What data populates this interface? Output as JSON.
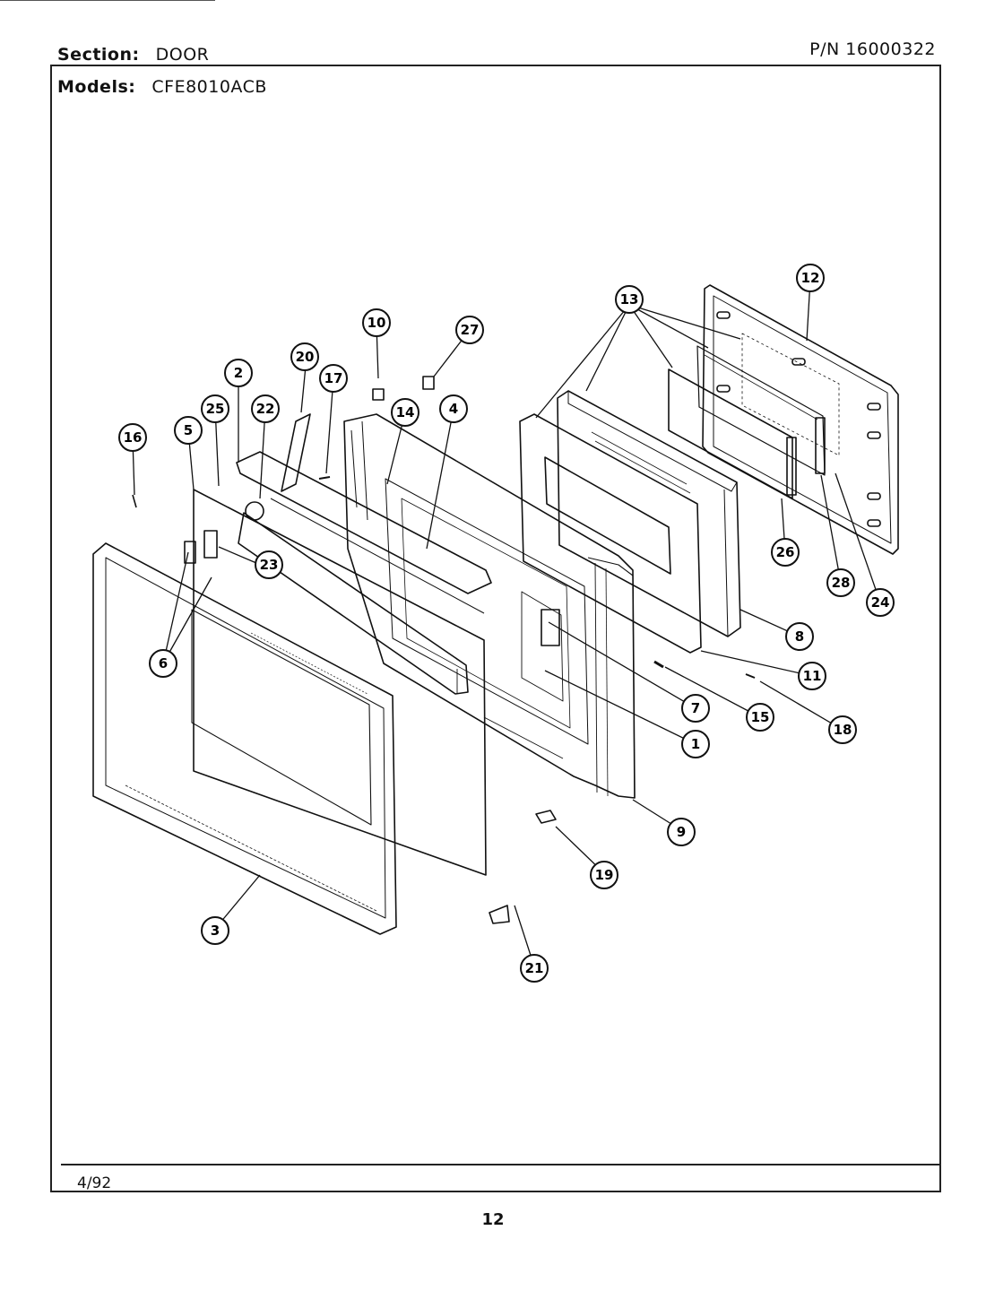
{
  "header": {
    "section_label": "Section:",
    "section_value": "DOOR",
    "models_label": "Models:",
    "models_value": "CFE8010ACB",
    "part_number": "P/N  16000322"
  },
  "footer": {
    "date": "4/92",
    "page_number": "12"
  },
  "callouts": [
    "1",
    "2",
    "3",
    "4",
    "5",
    "6",
    "7",
    "8",
    "9",
    "10",
    "11",
    "12",
    "13",
    "14",
    "15",
    "16",
    "17",
    "18",
    "19",
    "20",
    "21",
    "22",
    "23",
    "24",
    "25",
    "26",
    "27",
    "28"
  ]
}
